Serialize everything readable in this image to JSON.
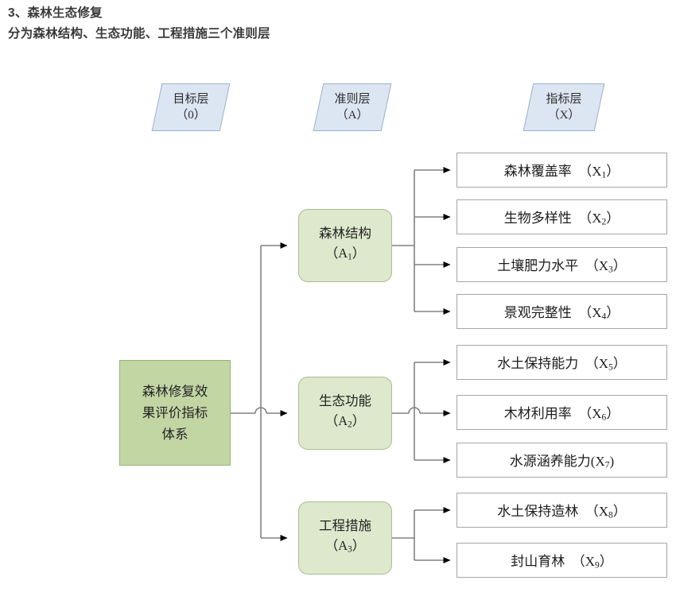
{
  "heading": {
    "line1": "3、森林生态修复",
    "line2": "分为森林结构、生态功能、工程措施三个准则层"
  },
  "diagram": {
    "type": "hierarchy-tree",
    "colors": {
      "layer_header_fill": "#dce6f2",
      "layer_header_border": "#9bb0cb",
      "goal_fill": "#c2d6a4",
      "goal_border": "#9ab07c",
      "criteria_fill": "#dde8cd",
      "criteria_border": "#a9bd90",
      "indicator_fill": "#ffffff",
      "indicator_border": "#a6a6a6",
      "connector": "#808080",
      "arrow": "#000000"
    },
    "layer_headers": [
      {
        "name": "goal-layer-header",
        "title": "目标层",
        "code": "（0）"
      },
      {
        "name": "criteria-layer-header",
        "title": "准则层",
        "code": "（A）"
      },
      {
        "name": "indicator-layer-header",
        "title": "指标层",
        "code": "（X）"
      }
    ],
    "goal": {
      "label": "森林修复效果评价指标体系",
      "lines": [
        "森林修复效",
        "果评价指标",
        "体系"
      ]
    },
    "criteria": [
      {
        "id": "A1",
        "title": "森林结构",
        "code_pre": "（A",
        "code_sub": "1",
        "code_post": "）"
      },
      {
        "id": "A2",
        "title": "生态功能",
        "code_pre": "（A",
        "code_sub": "2",
        "code_post": "）"
      },
      {
        "id": "A3",
        "title": "工程措施",
        "code_pre": "（A",
        "code_sub": "3",
        "code_post": "）"
      }
    ],
    "indicators": [
      {
        "id": "X1",
        "parent": "A1",
        "title": "森林覆盖率",
        "code_pre": "（X",
        "code_sub": "1",
        "code_post": "）",
        "gap": true
      },
      {
        "id": "X2",
        "parent": "A1",
        "title": "生物多样性",
        "code_pre": "（X",
        "code_sub": "2",
        "code_post": "）",
        "gap": true
      },
      {
        "id": "X3",
        "parent": "A1",
        "title": "土壤肥力水平",
        "code_pre": "（X",
        "code_sub": "3",
        "code_post": "）",
        "gap": true
      },
      {
        "id": "X4",
        "parent": "A1",
        "title": "景观完整性",
        "code_pre": "（X",
        "code_sub": "4",
        "code_post": "）",
        "gap": true
      },
      {
        "id": "X5",
        "parent": "A2",
        "title": "水土保持能力",
        "code_pre": "（X",
        "code_sub": "5",
        "code_post": "）",
        "gap": true
      },
      {
        "id": "X6",
        "parent": "A2",
        "title": "木材利用率",
        "code_pre": "（X",
        "code_sub": "6",
        "code_post": "）",
        "gap": true
      },
      {
        "id": "X7",
        "parent": "A2",
        "title": "水源涵养能力",
        "code_pre": "(X",
        "code_sub": "7",
        "code_post": ")",
        "gap": false
      },
      {
        "id": "X8",
        "parent": "A3",
        "title": "水土保持造林",
        "code_pre": "（X",
        "code_sub": "8",
        "code_post": "）",
        "gap": true
      },
      {
        "id": "X9",
        "parent": "A3",
        "title": "封山育林",
        "code_pre": "（X",
        "code_sub": "9",
        "code_post": "）",
        "gap": true
      }
    ]
  }
}
